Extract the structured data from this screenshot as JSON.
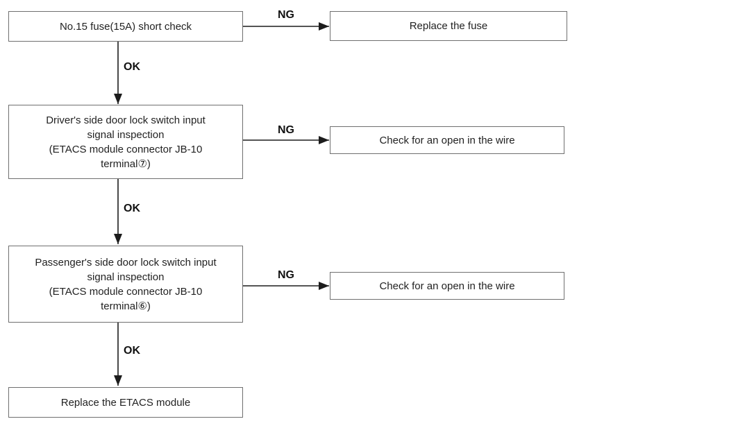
{
  "flowchart": {
    "labels": {
      "ok": "OK",
      "ng": "NG"
    },
    "steps": [
      {
        "label": "No.15 fuse(15A) short check",
        "ng_result": "Replace the fuse"
      },
      {
        "label": "Driver's side door lock switch input\nsignal inspection\n(ETACS module connector JB-10\nterminal⑦)",
        "ng_result": "Check for an open in the wire"
      },
      {
        "label": "Passenger's side door lock switch input\nsignal inspection\n(ETACS module connector JB-10\nterminal⑥)",
        "ng_result": "Check for an open in the wire"
      },
      {
        "label": "Replace the ETACS module"
      }
    ],
    "colors": {
      "background": "#ffffff",
      "box_border": "#6f6f6f",
      "text": "#222222",
      "arrow": "#1c1c1c"
    }
  }
}
